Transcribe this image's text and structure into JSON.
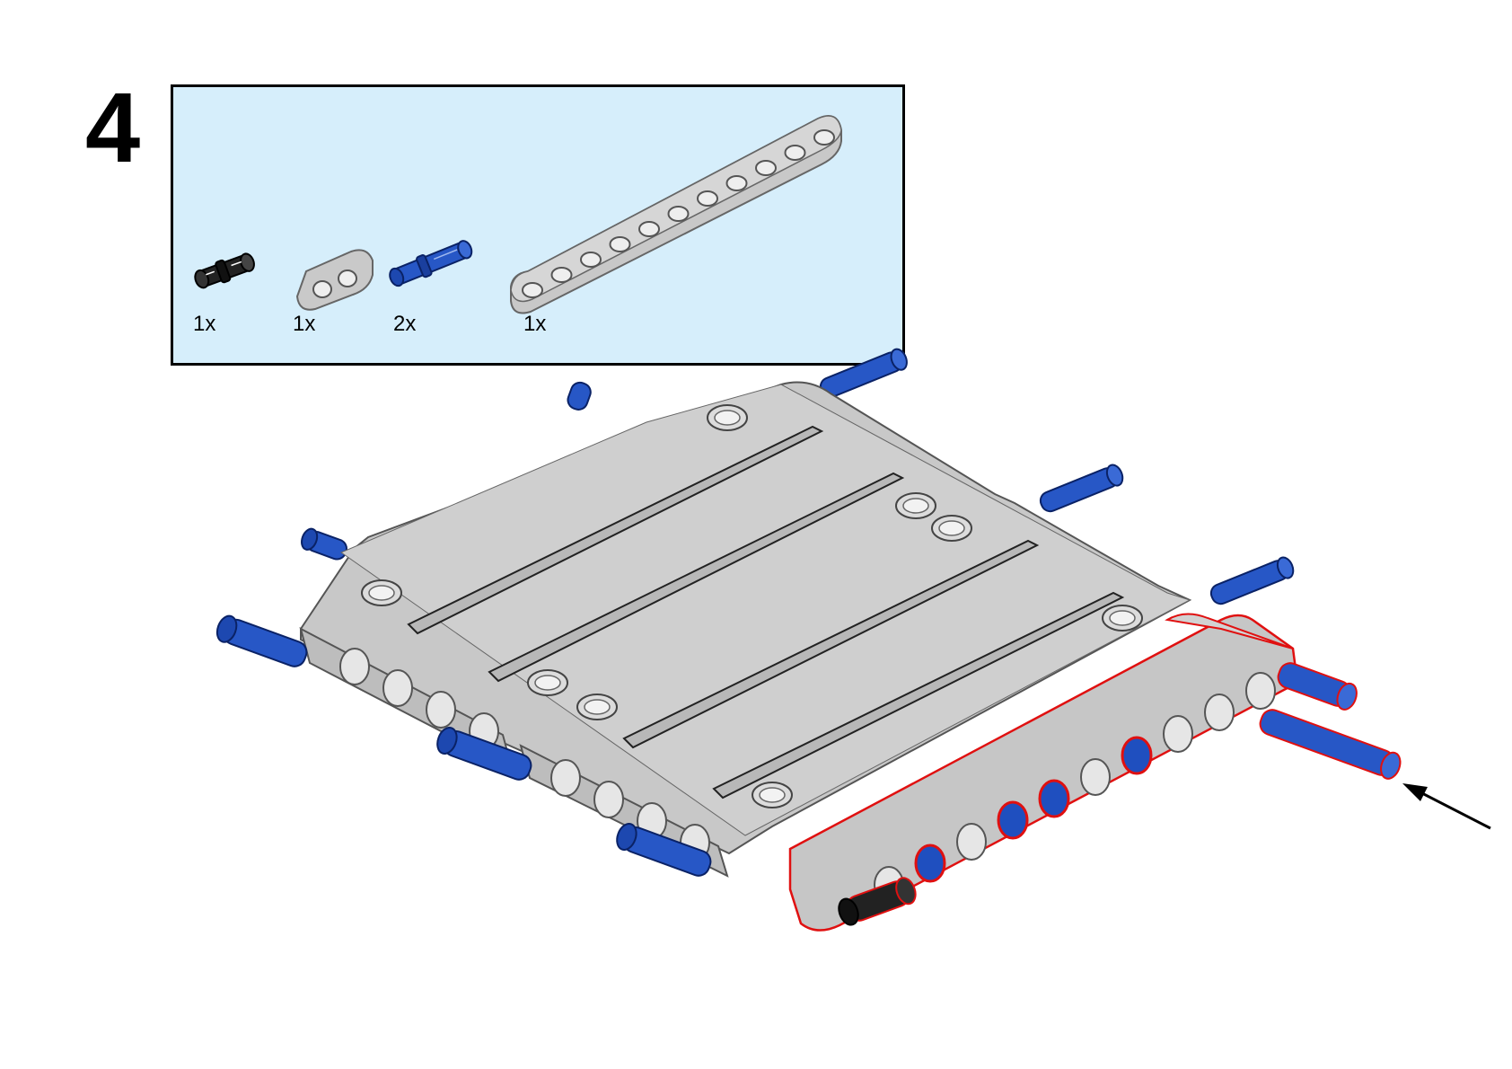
{
  "step": {
    "number": "4"
  },
  "parts_list": {
    "items": [
      {
        "icon": "black-connector-pin-icon",
        "quantity": "1x"
      },
      {
        "icon": "grey-2-hole-liftarm-icon",
        "quantity": "1x"
      },
      {
        "icon": "blue-axle-pin-icon",
        "quantity": "2x"
      },
      {
        "icon": "grey-11-hole-beam-icon",
        "quantity": "1x"
      }
    ]
  },
  "colors": {
    "panel_background": "#d6eefb",
    "part_grey": "#c8c8c8",
    "part_grey_dark": "#9a9a9a",
    "pin_blue": "#1f4fbf",
    "pin_black": "#111111",
    "highlight_red": "#e01010"
  },
  "callout": {
    "icon": "arrow-pointer-icon"
  }
}
